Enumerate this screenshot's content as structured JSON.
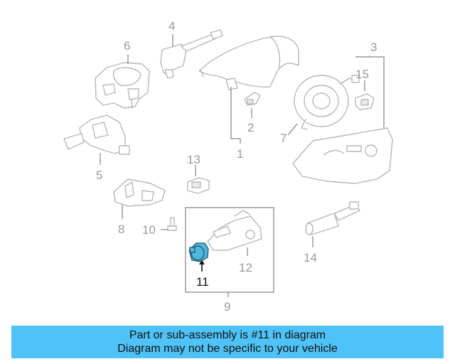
{
  "diagram": {
    "callouts": [
      {
        "id": "1",
        "label": "1"
      },
      {
        "id": "2",
        "label": "2"
      },
      {
        "id": "3",
        "label": "3"
      },
      {
        "id": "4",
        "label": "4"
      },
      {
        "id": "5",
        "label": "5"
      },
      {
        "id": "6",
        "label": "6"
      },
      {
        "id": "7",
        "label": "7"
      },
      {
        "id": "8",
        "label": "8"
      },
      {
        "id": "9",
        "label": "9"
      },
      {
        "id": "10",
        "label": "10"
      },
      {
        "id": "11",
        "label": "11"
      },
      {
        "id": "12",
        "label": "12"
      },
      {
        "id": "13",
        "label": "13"
      },
      {
        "id": "14",
        "label": "14"
      },
      {
        "id": "15",
        "label": "15"
      }
    ],
    "highlighted_part": "11",
    "colors": {
      "highlight_fill": "#4fb6dc",
      "line": "#b7b7b7",
      "callout_text": "#9a9a9a"
    }
  },
  "banner": {
    "line1": "Part or sub-assembly is #11 in diagram",
    "line2": "Diagram may not be specific to your vehicle",
    "color": "#4fc3f7"
  }
}
